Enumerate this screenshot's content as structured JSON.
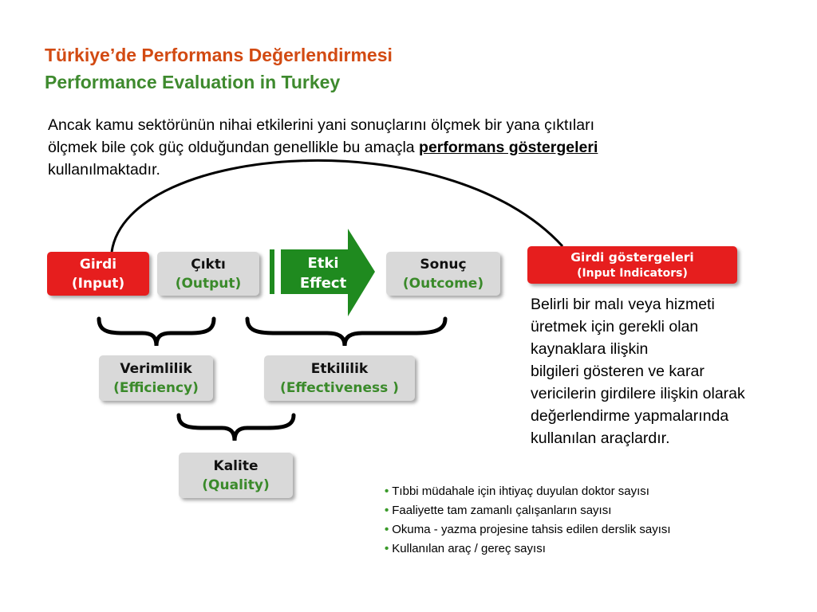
{
  "title": {
    "tr": "Türkiye’de Performans Değerlendirmesi",
    "en": "Performance Evaluation in Turkey"
  },
  "intro": {
    "line1": "Ancak kamu sektörünün nihai etkilerini yani sonuçlarını ölçmek bir yana çıktıları",
    "line2_pre": "ölçmek bile çok güç olduğundan genellikle bu amaçla ",
    "line2_link": "performans göstergeleri",
    "line3": "kullanılmaktadır."
  },
  "flow": {
    "girdi": {
      "label": "Girdi",
      "sub": "(Input)"
    },
    "cikti": {
      "label": "Çıktı",
      "sub": "(Output)"
    },
    "etki": {
      "label": "Etki",
      "sub": "Effect"
    },
    "sonuc": {
      "label": "Sonuç",
      "sub": "(Outcome)"
    }
  },
  "measures": {
    "verimlilik": {
      "label": "Verimlilik",
      "sub": "(Efficiency)"
    },
    "etkililik": {
      "label": "Etkililik",
      "sub": "(Effectiveness )"
    },
    "kalite": {
      "label": "Kalite",
      "sub": "(Quality)"
    }
  },
  "indicators": {
    "label": "Girdi göstergeleri",
    "sub": "(Input Indicators)"
  },
  "description": [
    "Belirli bir malı veya hizmeti",
    "üretmek için gerekli olan",
    "kaynaklara ilişkin",
    "bilgileri gösteren ve karar",
    "vericilerin girdilere ilişkin olarak",
    "değerlendirme yapmalarında",
    "kullanılan araçlardır."
  ],
  "examples": [
    "Tıbbi müdahale için ihtiyaç duyulan doktor sayısı",
    "Faaliyette tam zamanlı çalışanların sayısı",
    "Okuma - yazma projesine tahsis edilen derslik sayısı",
    "Kullanılan araç / gereç sayısı"
  ],
  "colors": {
    "title_tr": "#d24a12",
    "title_en": "#3e8a2e",
    "red_box": "#e61e1e",
    "grey_box": "#d9d9d9",
    "effect_arrow": "#1f8a1f",
    "sub_green": "#3a8a2a"
  }
}
